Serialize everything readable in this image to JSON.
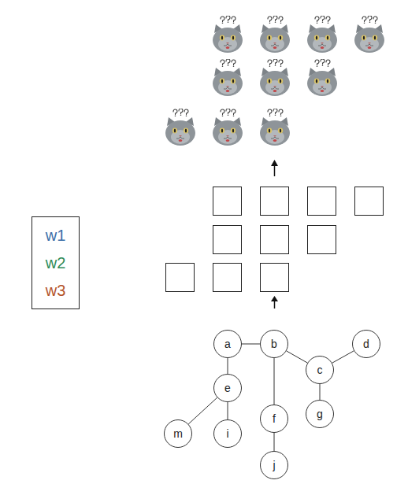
{
  "diagram": {
    "nodes": [
      {
        "text": [
          "w1",
          "w2",
          "w3"
        ]
      },
      {
        "text": [
          "a"
        ]
      },
      {
        "text": [
          "b"
        ]
      },
      {
        "text": [
          "d"
        ]
      },
      {
        "text": [
          "c"
        ]
      },
      {
        "text": [
          "e"
        ]
      },
      {
        "text": [
          "f"
        ]
      },
      {
        "text": [
          "g"
        ]
      },
      {
        "text": [
          "m"
        ]
      },
      {
        "text": [
          "i"
        ]
      },
      {
        "text": [
          "j"
        ]
      }
    ],
    "edges": [
      {
        "from": 1,
        "to": 2,
        "arrow": "none"
      },
      {
        "from": 1,
        "to": 5,
        "arrow": "none"
      },
      {
        "from": 2,
        "to": 4,
        "arrow": "none"
      },
      {
        "from": 4,
        "to": 3,
        "arrow": "none"
      },
      {
        "from": 4,
        "to": 7,
        "arrow": "none"
      },
      {
        "from": 2,
        "to": 6,
        "arrow": "none"
      },
      {
        "from": 6,
        "to": 10,
        "arrow": "none"
      },
      {
        "from": 5,
        "to": 8,
        "arrow": "none"
      },
      {
        "from": 5,
        "to": 9,
        "arrow": "none"
      }
    ]
  }
}
